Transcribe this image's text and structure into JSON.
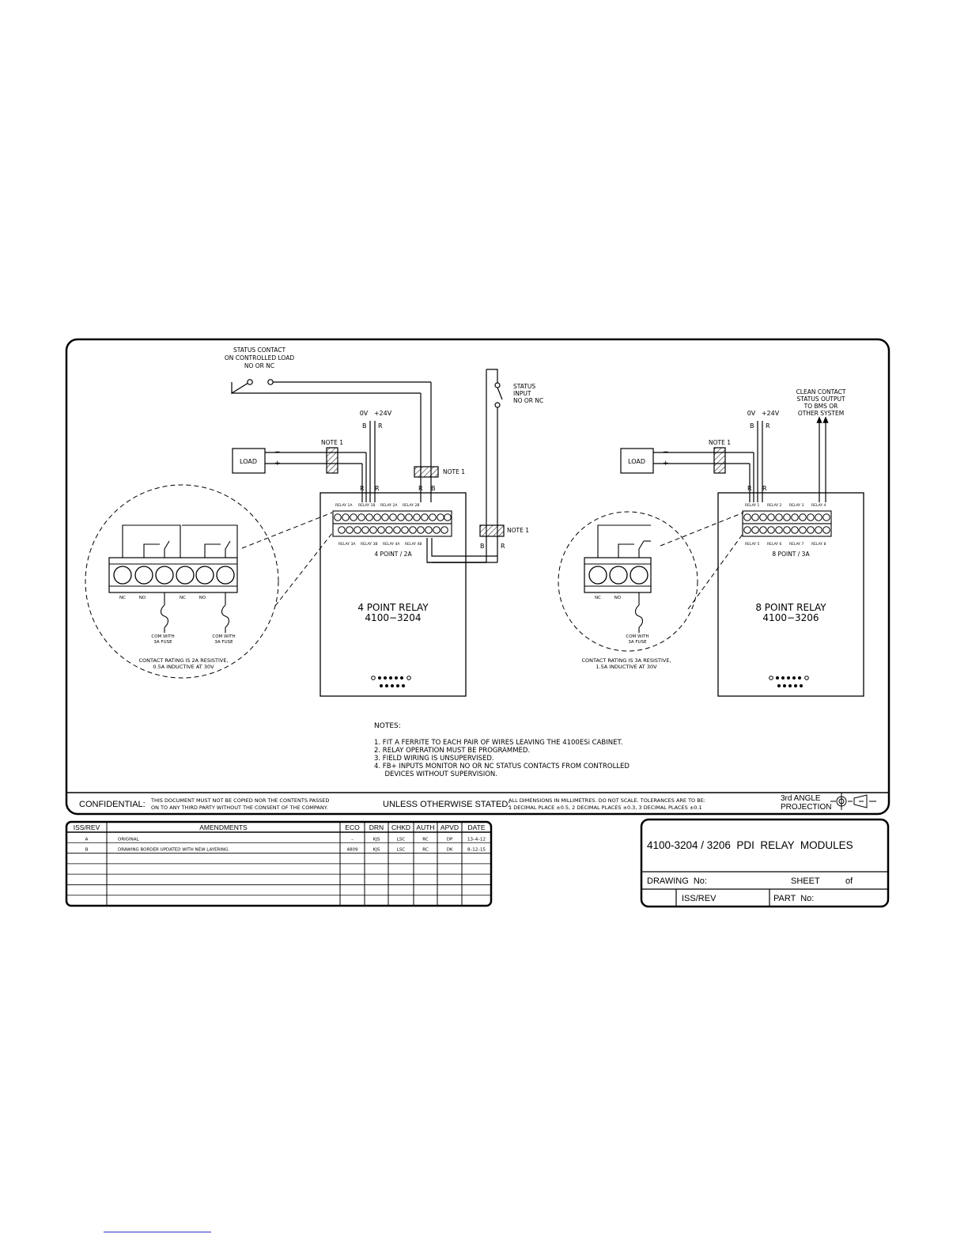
{
  "left_diagram": {
    "status_contact": [
      "STATUS CONTACT",
      "ON CONTROLLED LOAD",
      "NO OR NC"
    ],
    "supply_0v": "0V",
    "supply_24v": "+24V",
    "wire_b": "B",
    "wire_r": "R",
    "note1": "NOTE 1",
    "load": "LOAD",
    "minus": "−",
    "plus": "+",
    "status_input": [
      "STATUS",
      "INPUT",
      "NO OR NC"
    ],
    "module_rating": "4 POINT / 2A",
    "module_name": "4 POINT RELAY",
    "module_part": "4100−3204",
    "detail_terminals": [
      "NC",
      "NO",
      "NC",
      "NO"
    ],
    "fuse_label": [
      "COM WITH",
      "3A FUSE"
    ],
    "contact_rating": [
      "CONTACT RATING IS 2A RESISTIVE,",
      "0.5A INDUCTIVE AT 30V"
    ],
    "relay_top_labels": [
      "RELAY 1A",
      "RELAY 1B",
      "RELAY 2A",
      "RELAY 2B"
    ],
    "relay_bottom_labels": [
      "RELAY 3A",
      "RELAY 3B",
      "RELAY 4A",
      "RELAY 4B"
    ]
  },
  "right_diagram": {
    "clean_contact": [
      "CLEAN CONTACT",
      "STATUS OUTPUT",
      "TO BMS OR",
      "OTHER SYSTEM"
    ],
    "supply_0v": "0V",
    "supply_24v": "+24V",
    "wire_b": "B",
    "wire_r": "R",
    "note1": "NOTE 1",
    "load": "LOAD",
    "minus": "−",
    "plus": "+",
    "module_rating": "8 POINT / 3A",
    "module_name": "8 POINT RELAY",
    "module_part": "4100−3206",
    "detail_terminals": [
      "NC",
      "NO"
    ],
    "fuse_label": [
      "COM WITH",
      "3A FUSE"
    ],
    "contact_rating": [
      "CONTACT RATING IS 3A RESISTIVE,",
      "1.5A INDUCTIVE AT 30V"
    ],
    "relay_top_labels": [
      "RELAY 1",
      "RELAY 2",
      "RELAY 3",
      "RELAY 4"
    ],
    "relay_bottom_labels": [
      "RELAY 5",
      "RELAY 6",
      "RELAY 7",
      "RELAY 8"
    ]
  },
  "notes": {
    "heading": "NOTES:",
    "items": [
      "1.  FIT A FERRITE TO EACH PAIR OF WIRES LEAVING THE 4100ESi CABINET.",
      "2.  RELAY OPERATION MUST BE PROGRAMMED.",
      "3.  FIELD WIRING IS UNSUPERVISED.",
      "4.  FB+ INPUTS MONITOR NO OR NC STATUS CONTACTS FROM CONTROLLED",
      "     DEVICES WITHOUT SUPERVISION."
    ]
  },
  "footer": {
    "confidential_label": "CONFIDENTIAL:",
    "confidential_text": [
      "THIS DOCUMENT MUST NOT BE COPIED NOR THE CONTENTS PASSED",
      "ON TO ANY THIRD PARTY WITHOUT THE CONSENT OF THE COMPANY."
    ],
    "unless_label": "UNLESS OTHERWISE STATED:",
    "unless_text": [
      "ALL DIMENSIONS IN MILLIMETRES. DO NOT SCALE. TOLERANCES ARE TO BE:",
      "1 DECIMAL PLACE ±0.5, 2 DECIMAL PLACES ±0.3, 3 DECIMAL PLACES ±0.1"
    ],
    "projection": [
      "3rd ANGLE",
      "PROJECTION"
    ]
  },
  "amendments": {
    "headers": [
      "ISS/REV",
      "AMENDMENTS",
      "ECO",
      "DRN",
      "CHKD",
      "AUTH",
      "APVD",
      "DATE"
    ],
    "rows": [
      [
        "A",
        "ORIGINAL",
        "–",
        "KJS",
        "LSC",
        "RC",
        "DP",
        "13–4–12"
      ],
      [
        "B",
        "DRAWING BORDER UPDATED WITH NEW LAYERING.",
        "4809",
        "KJS",
        "LSC",
        "RC",
        "DK",
        "8–12–15"
      ],
      [
        "",
        "",
        "",
        "",
        "",
        "",
        "",
        ""
      ],
      [
        "",
        "",
        "",
        "",
        "",
        "",
        "",
        ""
      ],
      [
        "",
        "",
        "",
        "",
        "",
        "",
        "",
        ""
      ],
      [
        "",
        "",
        "",
        "",
        "",
        "",
        "",
        ""
      ],
      [
        "",
        "",
        "",
        "",
        "",
        "",
        "",
        ""
      ]
    ]
  },
  "title_block": {
    "title": "4100-3204 / 3206  PDI  RELAY  MODULES",
    "drawing_no": "DRAWING  No:",
    "sheet": "SHEET",
    "of": "of",
    "iss_rev": "ISS/REV",
    "part_no": "PART  No:"
  }
}
